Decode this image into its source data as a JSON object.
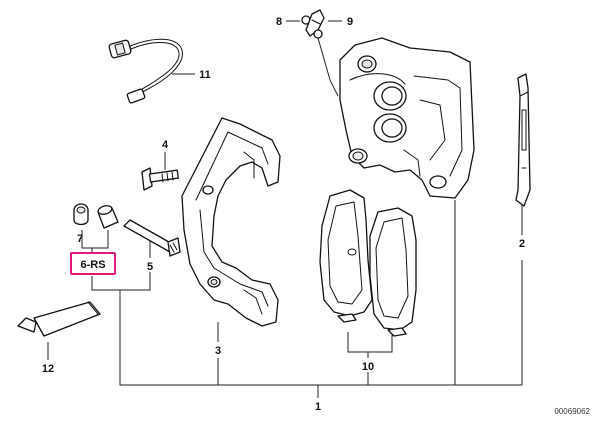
{
  "diagram": {
    "highlight_color": "#e0187a",
    "line_color": "#111111",
    "reference_code": "00069062",
    "callouts": [
      {
        "id": "1",
        "label": "1"
      },
      {
        "id": "2",
        "label": "2"
      },
      {
        "id": "3",
        "label": "3"
      },
      {
        "id": "4",
        "label": "4"
      },
      {
        "id": "5",
        "label": "5"
      },
      {
        "id": "6",
        "label": "6-RS",
        "highlighted": true
      },
      {
        "id": "7",
        "label": "7"
      },
      {
        "id": "8",
        "label": "8"
      },
      {
        "id": "9",
        "label": "9"
      },
      {
        "id": "10",
        "label": "10"
      },
      {
        "id": "11",
        "label": "11"
      },
      {
        "id": "12",
        "label": "12"
      }
    ]
  }
}
